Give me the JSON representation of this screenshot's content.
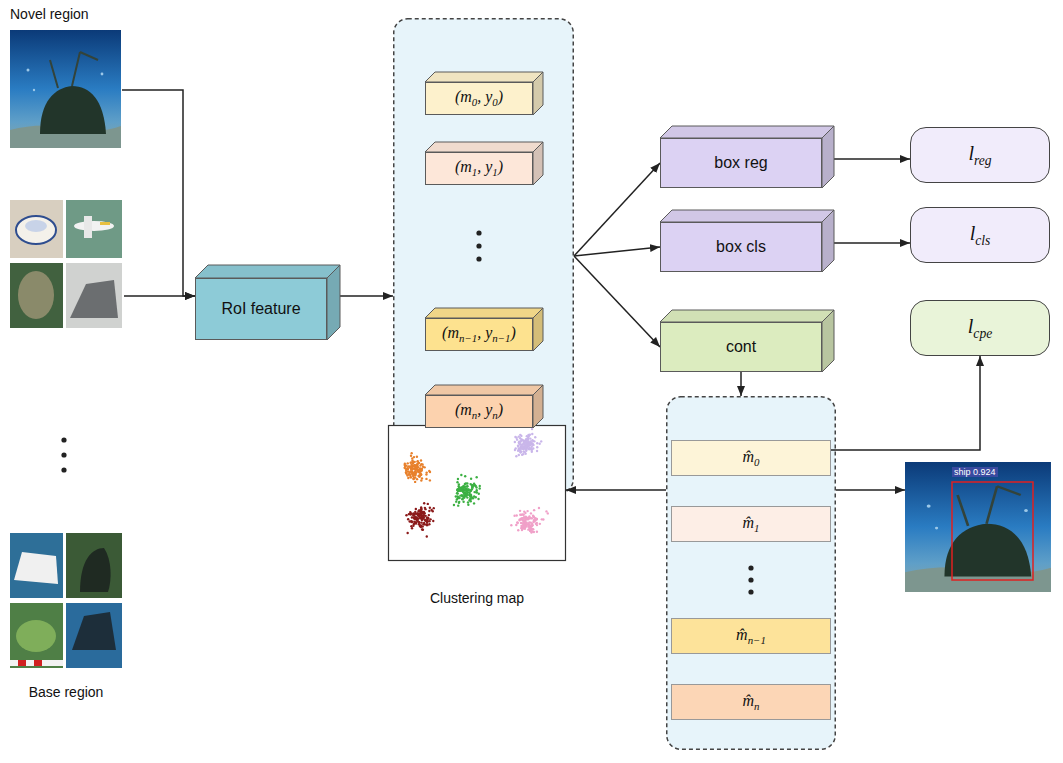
{
  "diagram": {
    "nodes": [
      {
        "text": [
          "Novel region"
        ]
      },
      {
        "text": [
          "Base region"
        ]
      },
      {
        "text": [
          "RoI feature"
        ]
      },
      {
        "text": []
      },
      {
        "text": [
          "(m0, y0)"
        ],
        "in": 3
      },
      {
        "text": [
          "(m1, y1)"
        ],
        "in": 3
      },
      {
        "text": [
          "(mn−1, yn−1)"
        ],
        "in": 3
      },
      {
        "text": [
          "(mn, yn)"
        ],
        "in": 3
      },
      {
        "text": [
          "box reg"
        ]
      },
      {
        "text": [
          "box cls"
        ]
      },
      {
        "text": [
          "cont"
        ]
      },
      {
        "text": [
          "lreg"
        ]
      },
      {
        "text": [
          "lcls"
        ]
      },
      {
        "text": [
          "lcpe"
        ]
      },
      {
        "text": []
      },
      {
        "text": [
          "m̂0"
        ],
        "in": 14
      },
      {
        "text": [
          "m̂1"
        ],
        "in": 14
      },
      {
        "text": [
          "m̂n−1"
        ],
        "in": 14
      },
      {
        "text": [
          "m̂n"
        ],
        "in": 14
      },
      {
        "text": [
          "Clustering map"
        ]
      },
      {
        "text": [
          "ship 0.924"
        ]
      }
    ],
    "edges": [
      {
        "from": 0,
        "to": 2,
        "arrow": "to"
      },
      {
        "from": 1,
        "to": 2,
        "arrow": "to"
      },
      {
        "from": 2,
        "to": 3,
        "arrow": "to"
      },
      {
        "from": 3,
        "to": 8,
        "arrow": "to"
      },
      {
        "from": 3,
        "to": 9,
        "arrow": "to"
      },
      {
        "from": 3,
        "to": 10,
        "arrow": "to"
      },
      {
        "from": 8,
        "to": 11,
        "arrow": "to"
      },
      {
        "from": 9,
        "to": 12,
        "arrow": "to"
      },
      {
        "from": 10,
        "to": 14,
        "arrow": "to"
      },
      {
        "from": 15,
        "to": 13,
        "arrow": "to"
      },
      {
        "from": 14,
        "to": 19,
        "arrow": "to"
      },
      {
        "from": 14,
        "to": 20,
        "arrow": "to"
      }
    ]
  }
}
